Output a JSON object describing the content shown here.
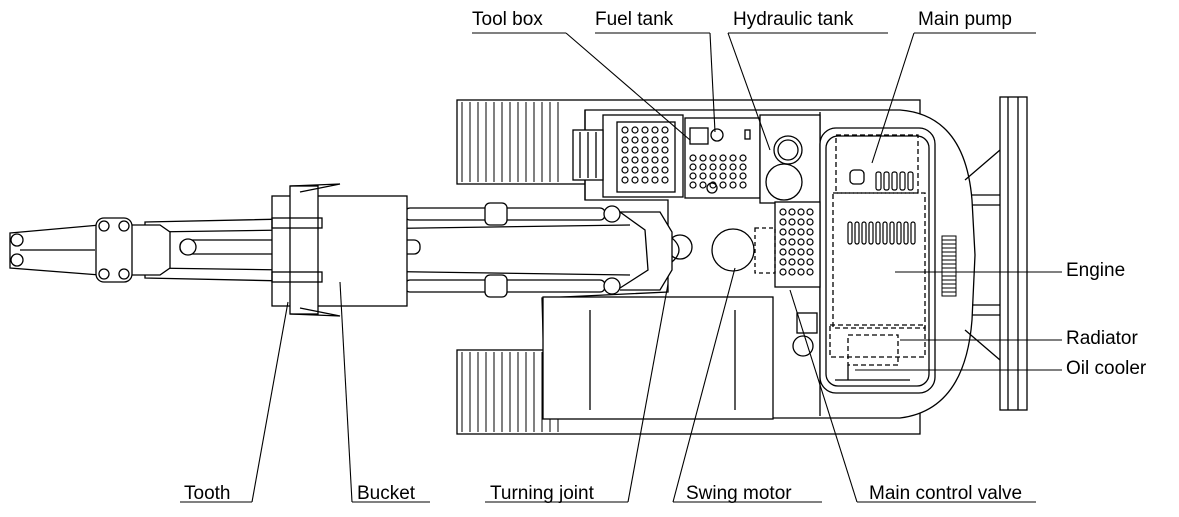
{
  "labels": {
    "tool_box": "Tool box",
    "fuel_tank": "Fuel tank",
    "hydraulic_tank": "Hydraulic tank",
    "main_pump": "Main pump",
    "engine": "Engine",
    "radiator": "Radiator",
    "oil_cooler": "Oil cooler",
    "tooth": "Tooth",
    "bucket": "Bucket",
    "turning_joint": "Turning joint",
    "swing_motor": "Swing motor",
    "main_control_valve": "Main control valve"
  }
}
